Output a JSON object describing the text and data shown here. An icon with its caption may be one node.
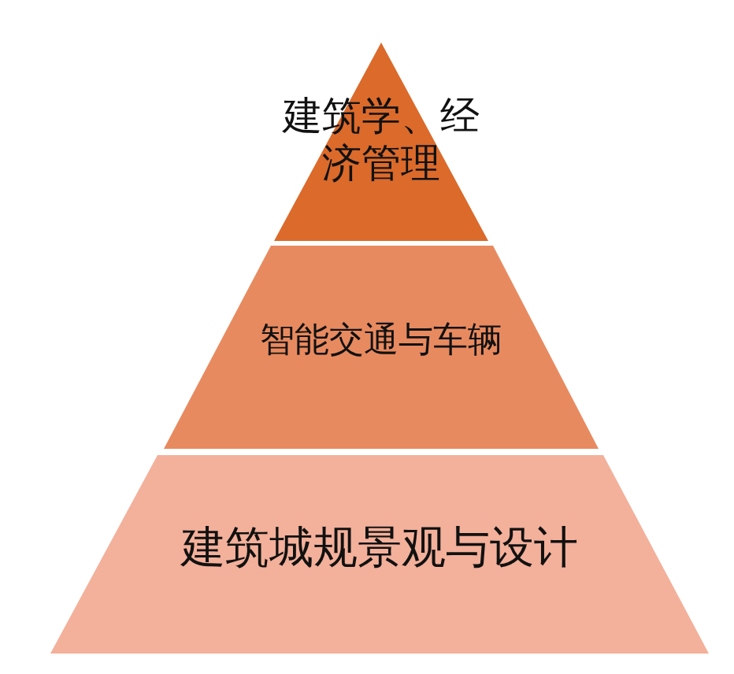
{
  "diagram": {
    "nodes": [
      {
        "text": [
          "建筑学、经济管理"
        ]
      },
      {
        "text": [
          "智能交通与车辆"
        ]
      },
      {
        "text": [
          "建筑城规景观与设计"
        ]
      }
    ]
  }
}
